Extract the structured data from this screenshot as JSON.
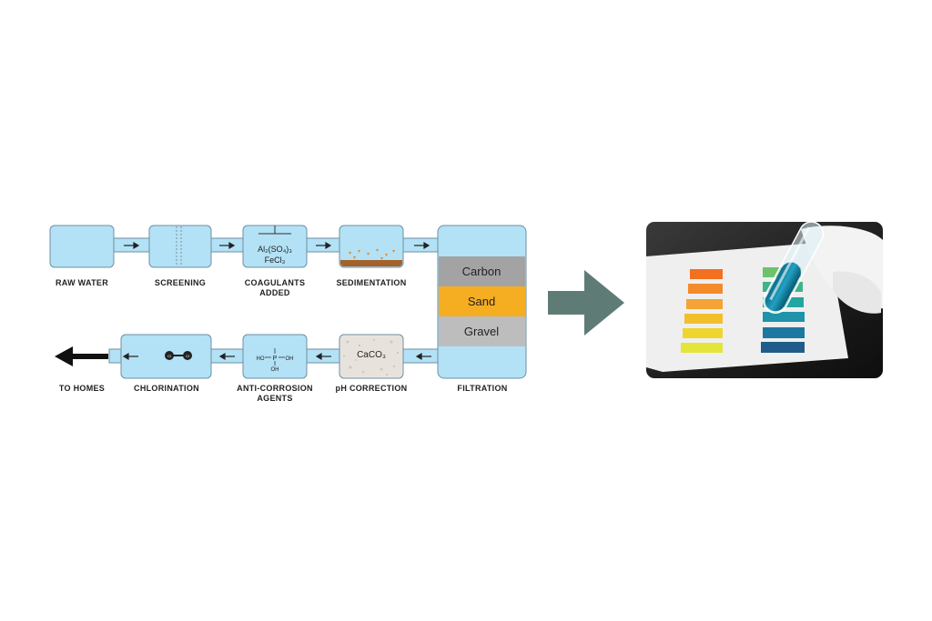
{
  "stages": {
    "raw_water": "RAW WATER",
    "screening": "SCREENING",
    "coagulants": "COAGULANTS\nADDED",
    "sedimentation": "SEDIMENTATION",
    "filtration": "FILTRATION",
    "ph_correction": "pH CORRECTION",
    "anti_corrosion": "ANTI-CORROSION\nAGENTS",
    "chlorination": "CHLORINATION",
    "to_homes": "TO HOMES"
  },
  "filter_layers": [
    "Carbon",
    "Sand",
    "Gravel"
  ],
  "chemicals": {
    "coagulant_1": "Al₂(SO₄)₃",
    "coagulant_2": "FeCl₃",
    "ph": "CaCO₃",
    "phosphate_p": "P",
    "phosphate_ho": "HO",
    "phosphate_oh": "OH",
    "phosphate_oh_bottom": "OH",
    "chlorine_left": "Cl",
    "chlorine_right": "Cl"
  },
  "colors": {
    "tank_fill": "#b3e1f5",
    "tank_stroke": "#6f8fa3",
    "carbon": "#a3a3a3",
    "sand": "#f5ad22",
    "gravel": "#bdbdbd",
    "sediment": "#a4612a",
    "big_arrow": "#5f7b76"
  }
}
